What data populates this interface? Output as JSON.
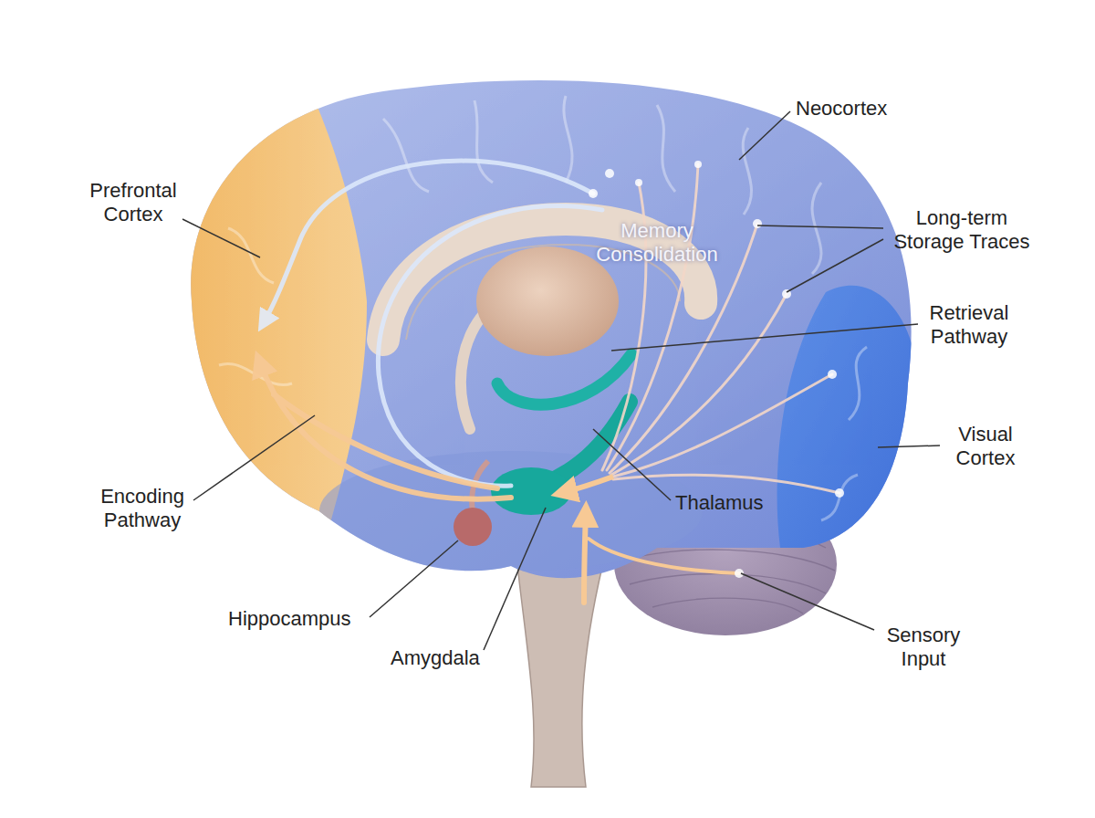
{
  "diagram": {
    "labels": [
      "Prefrontal Cortex",
      "Neocortex",
      "Memory Consolidation",
      "Long-term Storage Traces",
      "Retrieval Pathway",
      "Visual Cortex",
      "Thalamus",
      "Sensory Input",
      "Amygdala",
      "Hippocampus",
      "Encoding Pathway"
    ]
  }
}
